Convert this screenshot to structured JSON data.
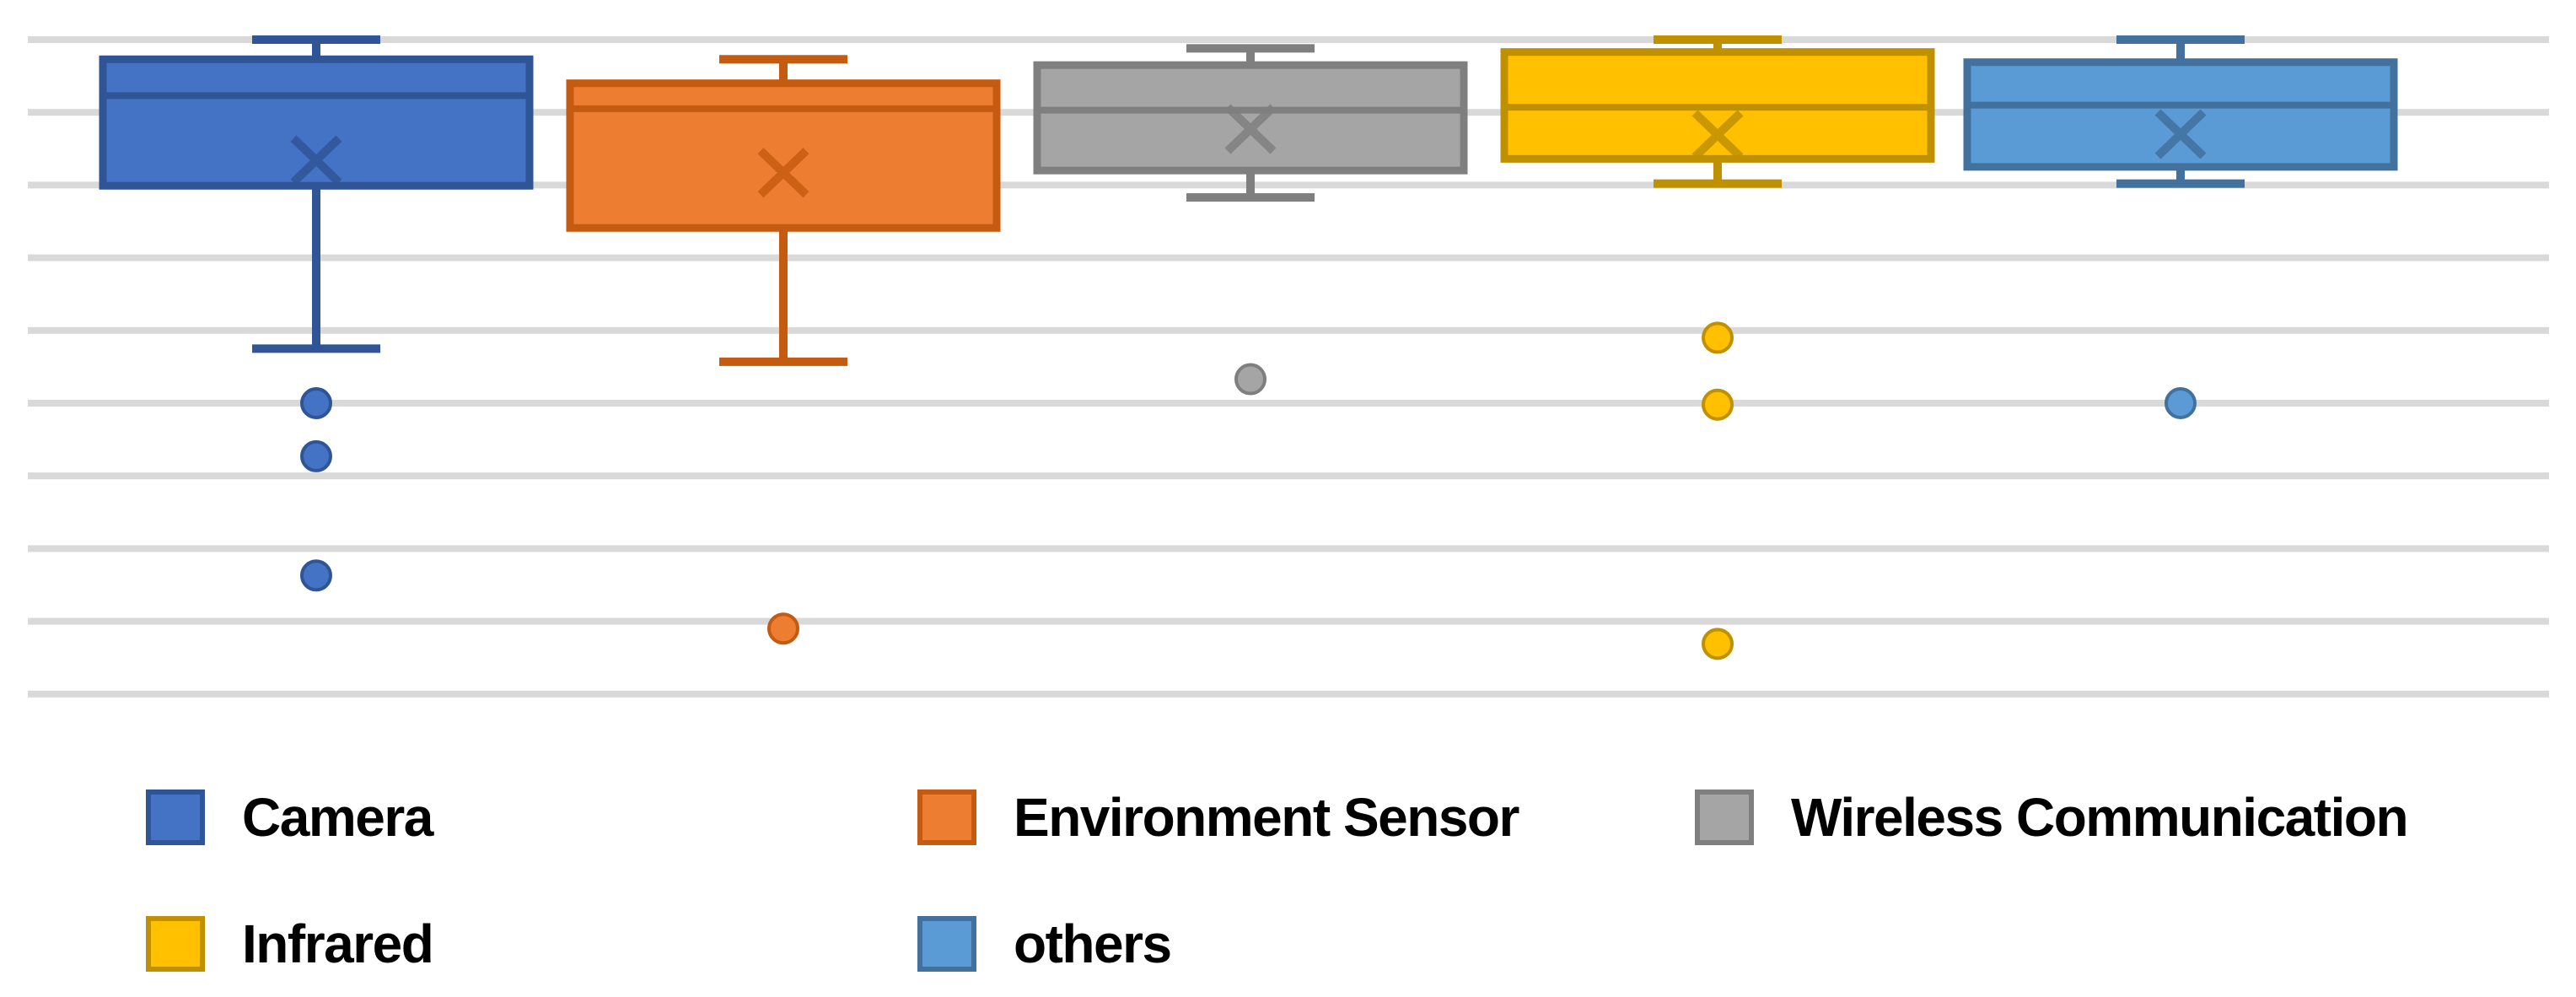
{
  "figure": {
    "background": "#FFFFFF"
  },
  "chart_data": {
    "type": "boxplot",
    "title": "",
    "xlabel": "",
    "ylabel": "",
    "axis_labels_visible": false,
    "gridlines": true,
    "gridline_color": "#D9D9D9",
    "y_axis": {
      "top_gridline_value": 1.0,
      "bottom_gridline_value": 0.1,
      "gridline_step": 0.1,
      "gridline_count": 10,
      "note": "no tick labels shown; values estimated from evenly spaced gridlines, top whiskers reach top gridline"
    },
    "categories": [
      "Camera",
      "Environment Sensor",
      "Wireless Communication",
      "Infrared",
      "others"
    ],
    "series": [
      {
        "name": "Camera",
        "color": "#4472C4",
        "line_color": "#2F5597",
        "whisker_high": 1.0,
        "q3": 0.973,
        "median": 0.923,
        "mean": 0.834,
        "q1": 0.799,
        "whisker_low": 0.575,
        "outliers": [
          0.5,
          0.427,
          0.263
        ]
      },
      {
        "name": "Environment Sensor",
        "color": "#ED7D31",
        "line_color": "#C55A11",
        "whisker_high": 0.973,
        "q3": 0.94,
        "median": 0.905,
        "mean": 0.817,
        "q1": 0.741,
        "whisker_low": 0.557,
        "outliers": [
          0.19
        ]
      },
      {
        "name": "Wireless Communication",
        "color": "#A5A5A5",
        "line_color": "#7F7F7F",
        "whisker_high": 0.988,
        "q3": 0.965,
        "median": 0.903,
        "mean": 0.877,
        "q1": 0.82,
        "whisker_low": 0.783,
        "outliers": [
          0.533
        ]
      },
      {
        "name": "Infrared",
        "color": "#FFC000",
        "line_color": "#BF9000",
        "whisker_high": 1.0,
        "q3": 0.983,
        "median": 0.907,
        "mean": 0.869,
        "q1": 0.836,
        "whisker_low": 0.802,
        "outliers": [
          0.59,
          0.498,
          0.169
        ]
      },
      {
        "name": "others",
        "color": "#5B9BD5",
        "line_color": "#41719C",
        "whisker_high": 1.0,
        "q3": 0.969,
        "median": 0.91,
        "mean": 0.87,
        "q1": 0.825,
        "whisker_low": 0.802,
        "outliers": [
          0.5
        ]
      }
    ],
    "legend_position": "bottom"
  },
  "legend": {
    "items": [
      {
        "label": "Camera",
        "swatch_color": "#4472C4",
        "swatch_border": "#2F5597"
      },
      {
        "label": "Environment Sensor",
        "swatch_color": "#ED7D31",
        "swatch_border": "#C55A11"
      },
      {
        "label": "Wireless Communication",
        "swatch_color": "#A5A5A5",
        "swatch_border": "#7F7F7F"
      },
      {
        "label": "Infrared",
        "swatch_color": "#FFC000",
        "swatch_border": "#BF9000"
      },
      {
        "label": "others",
        "swatch_color": "#5B9BD5",
        "swatch_border": "#41719C"
      }
    ]
  }
}
